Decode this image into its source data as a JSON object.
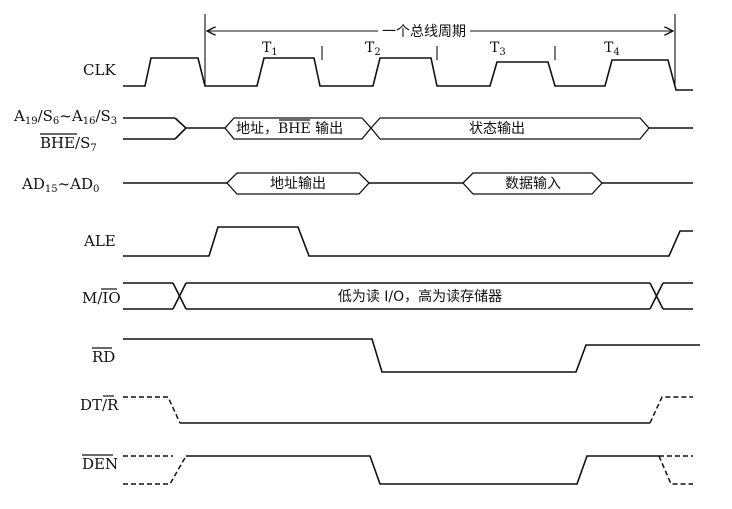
{
  "period": {
    "label": "一个总线周期",
    "states": [
      "T1",
      "T2",
      "T3",
      "T4"
    ]
  },
  "signals": {
    "clk": {
      "label": "CLK"
    },
    "addr": {
      "label_a": "A19/S6~A16/S3",
      "label_b": "BHE/S7",
      "seg1": "地址，BHE 输出",
      "seg2": "状态输出"
    },
    "ad": {
      "label": "AD15~AD0",
      "seg1": "地址输出",
      "seg2": "数据输入"
    },
    "ale": {
      "label": "ALE"
    },
    "mio": {
      "label": "M/IO",
      "seg": "低为读 I/O，高为读存储器"
    },
    "rd": {
      "label": "RD"
    },
    "dtr": {
      "label": "DT/R"
    },
    "den": {
      "label": "DEN"
    }
  }
}
